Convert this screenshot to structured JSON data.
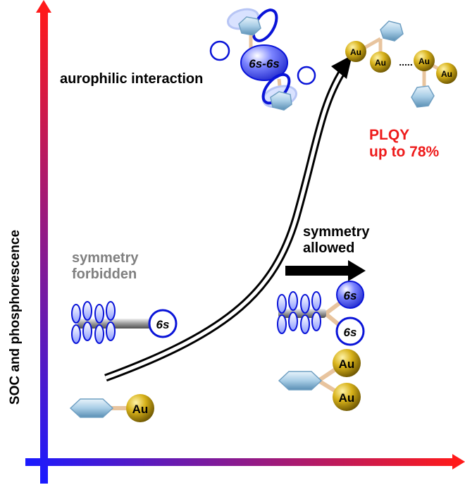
{
  "diagram": {
    "y_axis_label": "SOC and phosphorescence",
    "aurophilic_label": "aurophilic interaction",
    "plqy": {
      "line1": "PLQY",
      "line2": "up to 78%"
    },
    "symmetry_forbidden": {
      "line1": "symmetry",
      "line2": "forbidden"
    },
    "symmetry_allowed": {
      "line1": "symmetry",
      "line2": "allowed"
    },
    "orbital_6s": "6s",
    "orbital_6s_6s": "6s-6s",
    "gold_atom": "Au",
    "dimer_dots": "....."
  },
  "colors": {
    "axis_start": "#1a1aff",
    "axis_end": "#ff1a1a",
    "plqy_text": "#ee1b1b",
    "forbidden_text": "#808080",
    "orbital_blue": "#0a14d8",
    "gold": "#c9a400"
  }
}
